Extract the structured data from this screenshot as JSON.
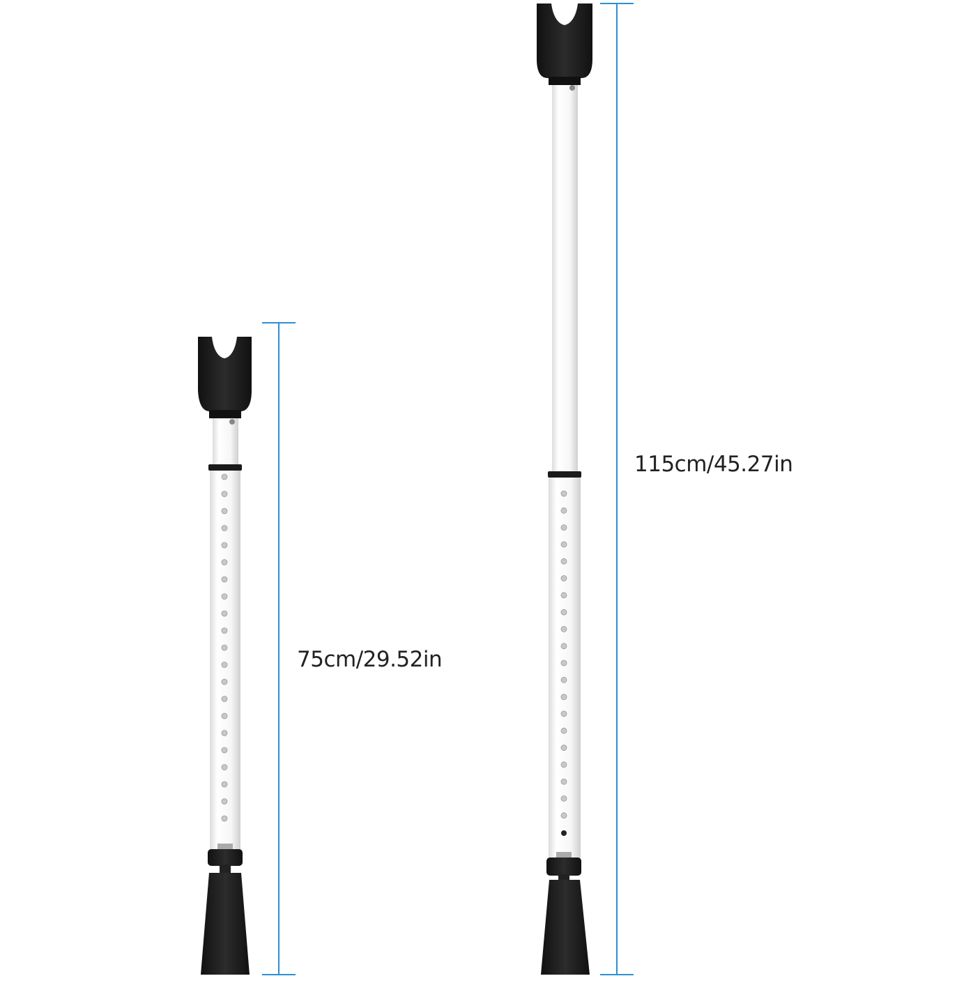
{
  "colors": {
    "background": "#ffffff",
    "dimension_line": "#2d8fd5",
    "cap_black": "#1e1e1e",
    "tube_white": "#fbfbfb",
    "tube_shade": "#d9d9d9",
    "hole_gray": "#c4c4c4"
  },
  "bars": [
    {
      "name": "short-security-bar",
      "length_label": "75cm/29.52in"
    },
    {
      "name": "long-security-bar",
      "length_label": "115cm/45.27in"
    }
  ]
}
